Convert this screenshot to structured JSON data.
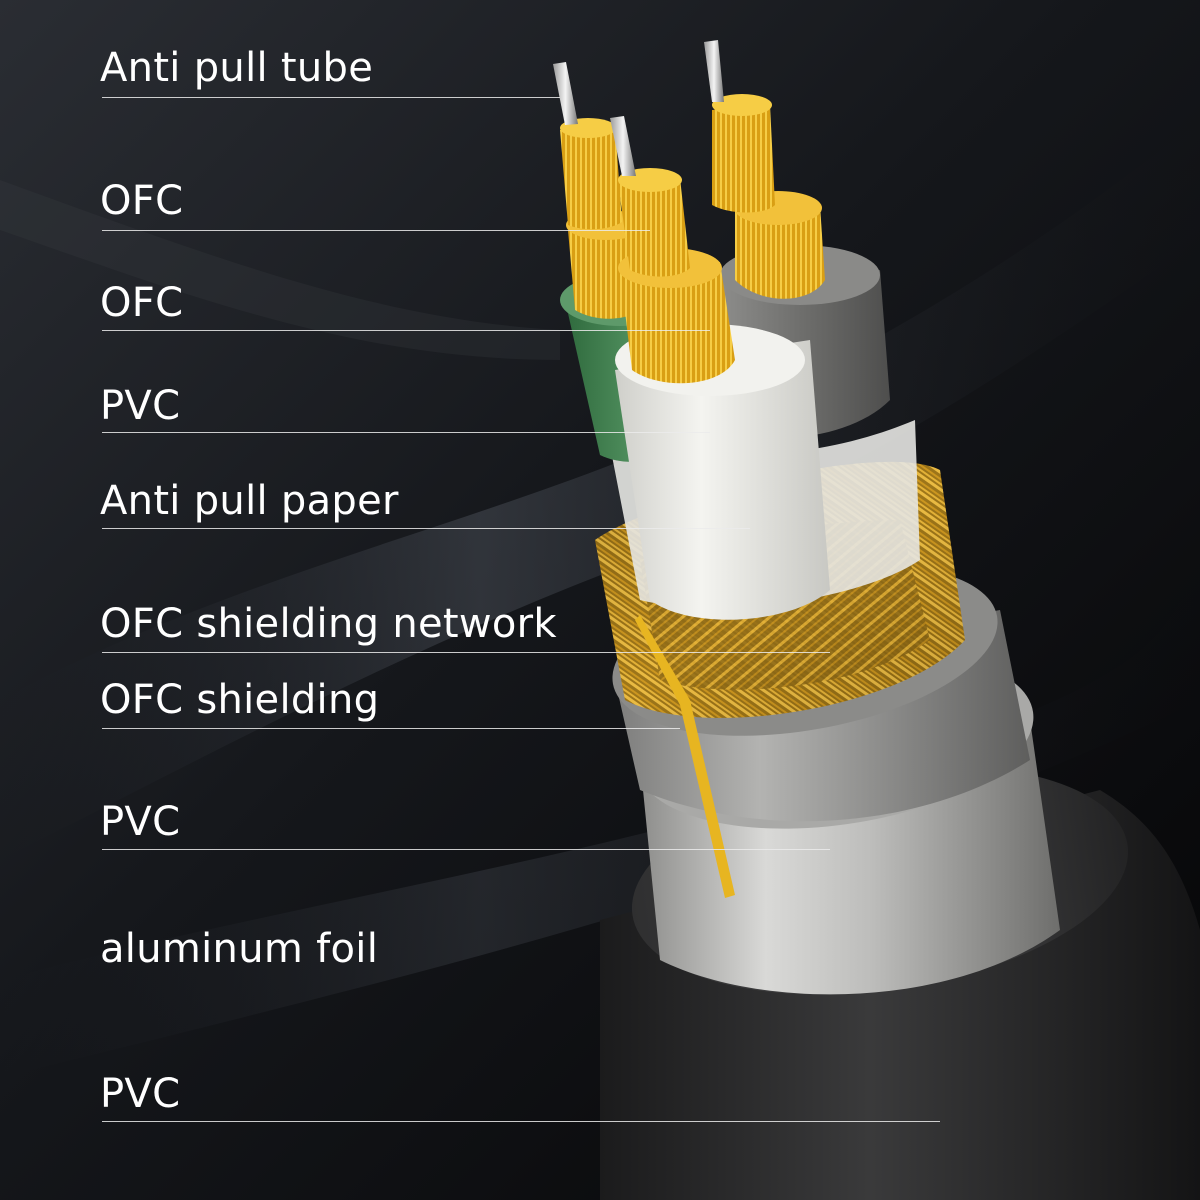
{
  "labels": [
    {
      "text": "Anti pull tube"
    },
    {
      "text": "OFC"
    },
    {
      "text": "OFC"
    },
    {
      "text": "PVC"
    },
    {
      "text": "Anti pull paper"
    },
    {
      "text": "OFC shielding network"
    },
    {
      "text": "OFC shielding"
    },
    {
      "text": "PVC"
    },
    {
      "text": "aluminum foil"
    },
    {
      "text": "PVC"
    }
  ],
  "colors": {
    "background": "#0b0c0f",
    "copper": "#e0ac1c",
    "green_insulation": "#3e7a4c",
    "white_insulation": "#e9e9e4",
    "gray_insulation": "#7b7b79",
    "outer_jacket": "#2b2b2c",
    "foil": "#c4c4c2",
    "label_text": "#ffffff"
  }
}
